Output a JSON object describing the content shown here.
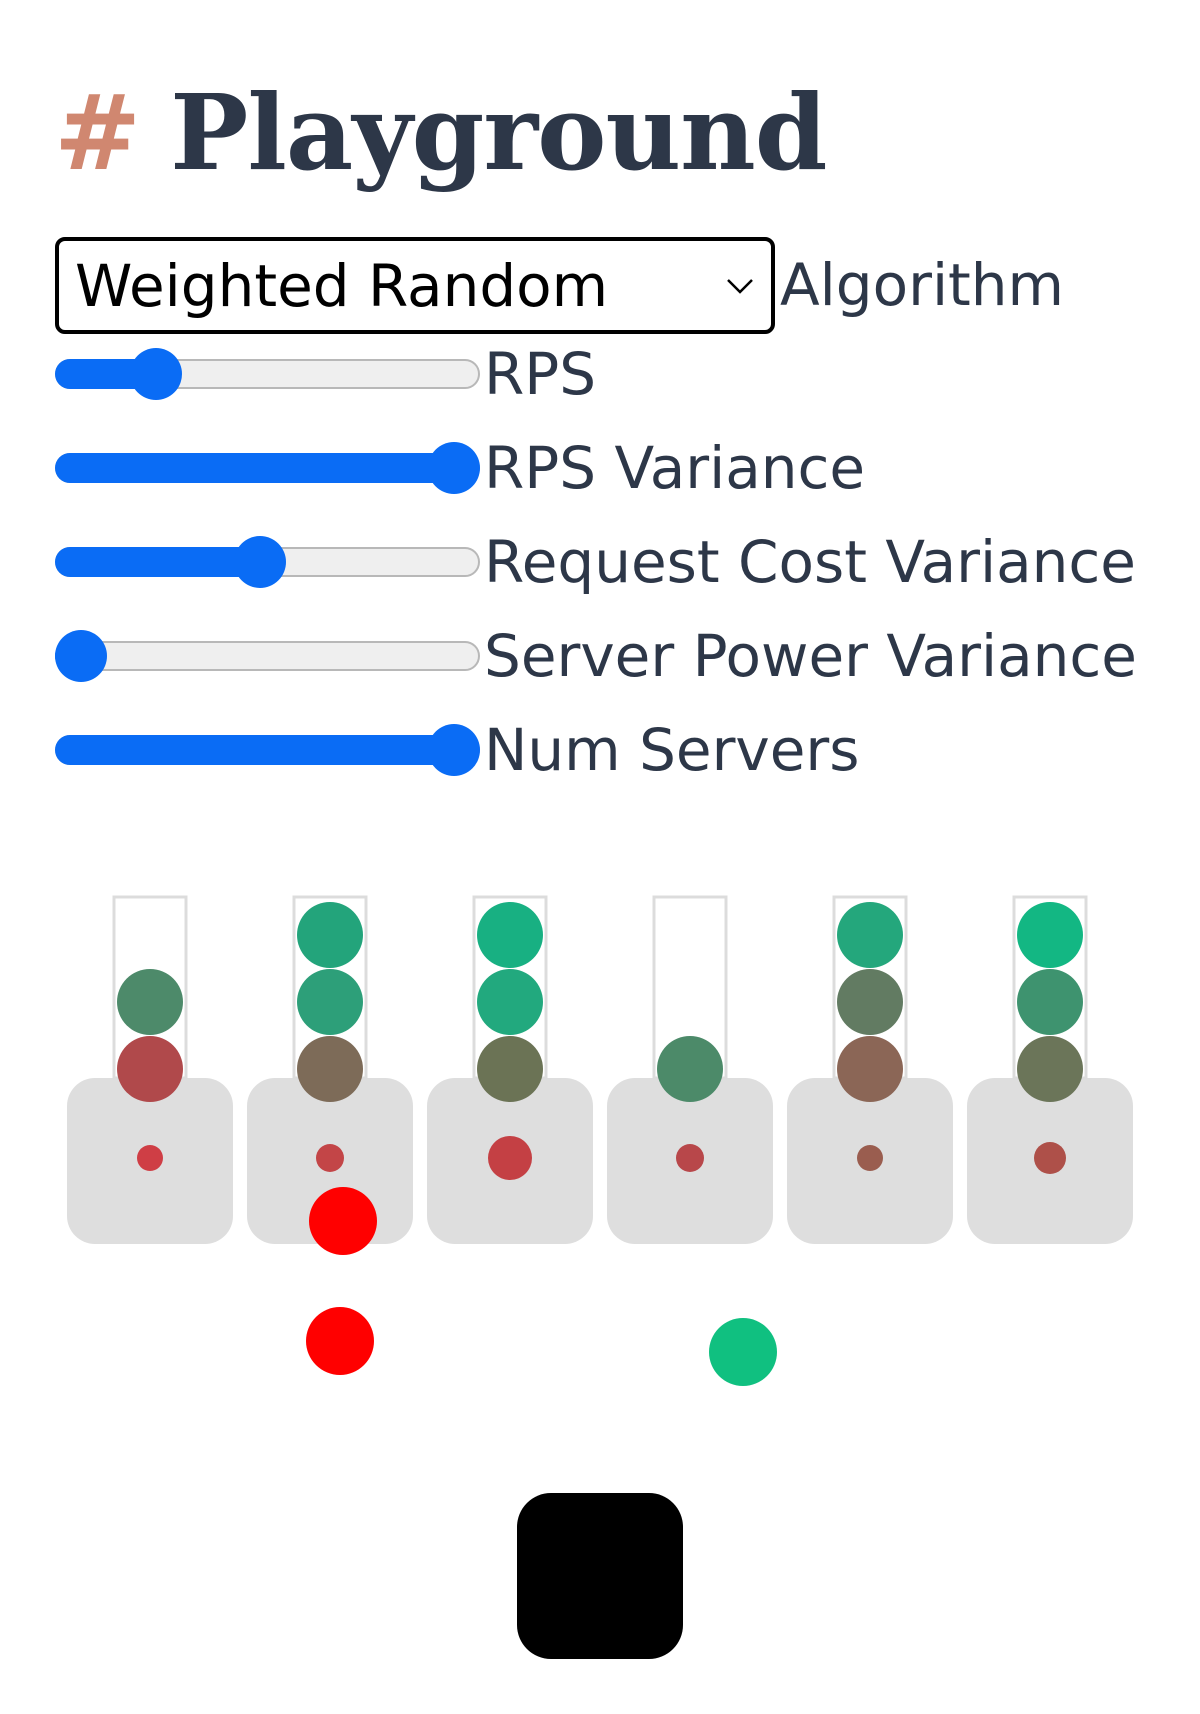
{
  "page": {
    "heading_hash": "#",
    "heading_text": "Playground"
  },
  "controls": {
    "algorithm": {
      "selected": "Weighted Random",
      "label": "Algorithm"
    },
    "sliders": [
      {
        "label": "RPS",
        "value": 0.2
      },
      {
        "label": "RPS Variance",
        "value": 1.0
      },
      {
        "label": "Request Cost Variance",
        "value": 0.48
      },
      {
        "label": "Server Power Variance",
        "value": 0.0
      },
      {
        "label": "Num Servers",
        "value": 1.0
      }
    ]
  },
  "simulation": {
    "servers": [
      {
        "queue": [
          "#4d8a6a",
          "#b0494b"
        ],
        "core": "#cf3e45"
      },
      {
        "queue": [
          "#23a47b",
          "#2d9f79",
          "#7d6b58"
        ],
        "core": "#c34547"
      },
      {
        "queue": [
          "#18b082",
          "#22a97e",
          "#6b7355"
        ],
        "core": "#c44044"
      },
      {
        "queue": [
          "#4c8a69"
        ],
        "core": "#b8474a"
      },
      {
        "queue": [
          "#24a77c",
          "#627b62",
          "#8b6656"
        ],
        "core": "#9a5d4f"
      },
      {
        "queue": [
          "#13b783",
          "#3e936f",
          "#6b7559"
        ],
        "core": "#ae5049"
      }
    ],
    "requests_in_flight": [
      {
        "color": "#ff0000"
      },
      {
        "color": "#ff0000"
      },
      {
        "color": "#10c080"
      }
    ],
    "load_balancer_color": "#000000"
  }
}
